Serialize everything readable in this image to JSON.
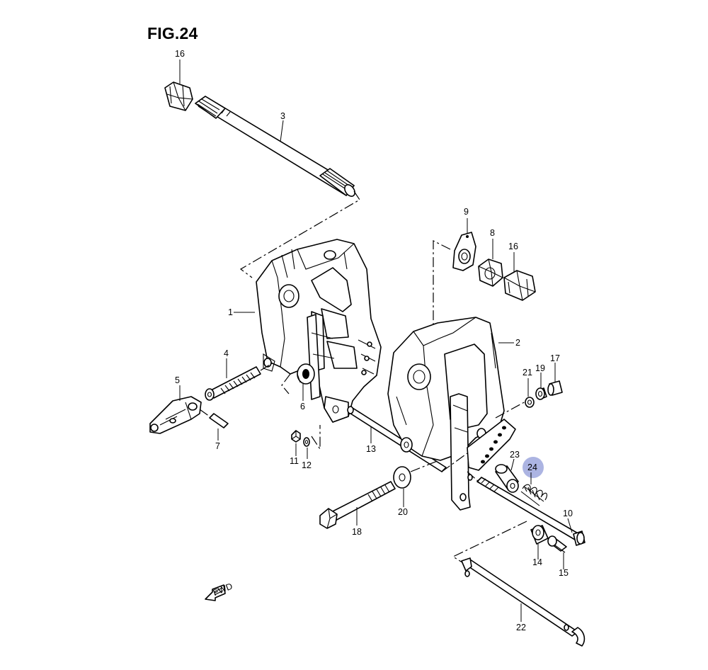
{
  "figure": {
    "title": "FIG.24"
  },
  "colors": {
    "line": "#000000",
    "background": "#ffffff",
    "highlight": "#9da7dd"
  },
  "callouts": {
    "p1": "1",
    "p2": "2",
    "p3": "3",
    "p4": "4",
    "p5": "5",
    "p6": "6",
    "p7": "7",
    "p8": "8",
    "p9": "9",
    "p10": "10",
    "p11": "11",
    "p12": "12",
    "p13": "13",
    "p14": "14",
    "p15": "15",
    "p16a": "16",
    "p16b": "16",
    "p17": "17",
    "p18": "18",
    "p19": "19",
    "p20": "20",
    "p21": "21",
    "p22": "22",
    "p23": "23",
    "p24": "24"
  },
  "highlighted_callout": "24",
  "direction_arrow": {
    "label": "FWD",
    "icon": "forward-arrow-icon"
  }
}
